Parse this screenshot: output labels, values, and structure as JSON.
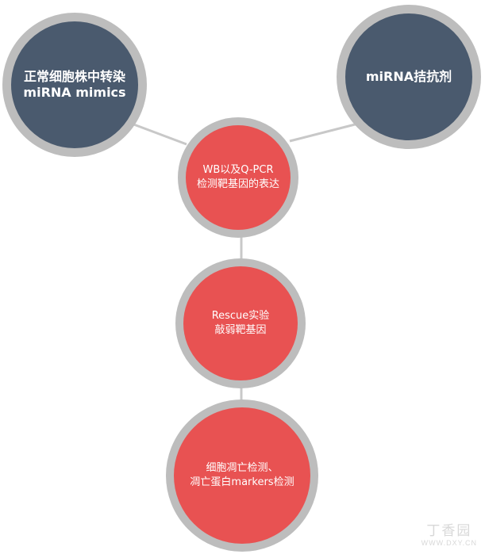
{
  "nodes": {
    "top_left": {
      "line1": "正常细胞株中转染",
      "line2": "miRNA mimics"
    },
    "top_right": {
      "line1": "miRNA拮抗剂"
    },
    "center": {
      "line1": "WB以及Q-PCR",
      "line2": "检测靶基因的表达"
    },
    "middle": {
      "line1": "Rescue实验",
      "line2": "敲弱靶基因"
    },
    "bottom": {
      "line1": "细胞凋亡检测、",
      "line2": "凋亡蛋白markers检测"
    }
  },
  "watermark": {
    "brand": "丁香园",
    "url": "WWW.DXY.CN"
  },
  "colors": {
    "dark_fill": "#4a5a6e",
    "red_fill": "#e85252",
    "ring": "#bdbdbd",
    "connector": "#c8c8c8"
  }
}
